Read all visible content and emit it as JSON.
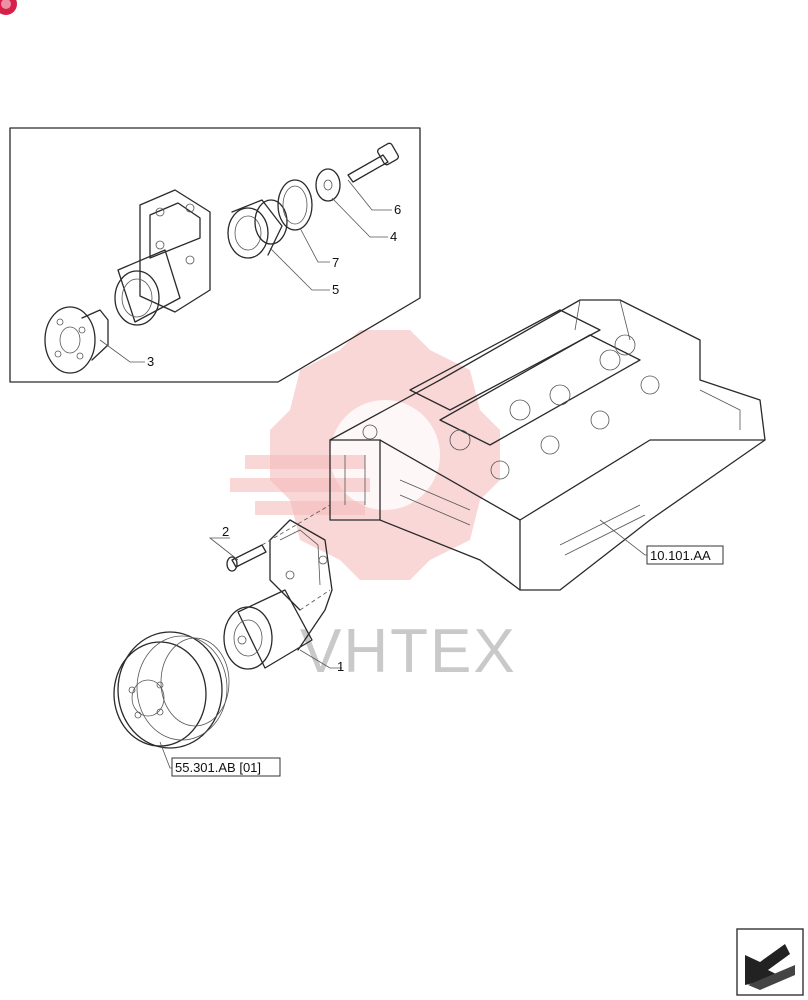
{
  "callouts": {
    "c1": "1",
    "c2": "2",
    "c3": "3",
    "c4": "4",
    "c5": "5",
    "c6": "6",
    "c7": "7"
  },
  "references": {
    "cylinder_head": "10.101.AA",
    "pulley": "55.301.AB [01]"
  },
  "watermark": {
    "text": "VHTEX",
    "color": "#f4b6b6"
  },
  "colors": {
    "line": "#2a2a2a",
    "corner_badge": "#d6204a"
  },
  "icons": {
    "corner_badge": "corner-badge-icon",
    "nav_arrow": "next-arrow-icon"
  }
}
